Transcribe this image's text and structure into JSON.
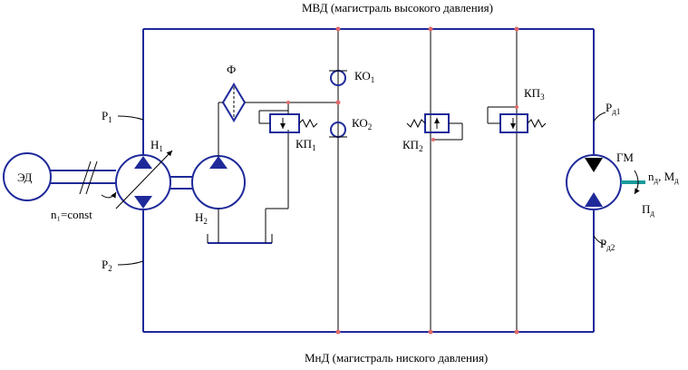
{
  "labels": {
    "mvd": "МВД (магистраль высокого давления)",
    "mnd": "МнД (магистраль ниского давления)",
    "ed": "ЭД",
    "n1const": "n₁=const",
    "p1": "P",
    "p1_sub": "1",
    "p2": "P",
    "p2_sub": "2",
    "h1": "Н",
    "h1_sub": "1",
    "h2": "Н",
    "h2_sub": "2",
    "f": "Ф",
    "ko1": "КО",
    "ko1_sub": "1",
    "ko2": "КО",
    "ko2_sub": "2",
    "kp1": "КП",
    "kp1_sub": "1",
    "kp2": "КП",
    "kp2_sub": "2",
    "kp3": "КП",
    "kp3_sub": "3",
    "pd1": "P",
    "pd1_sub": "д1",
    "pd2": "P",
    "pd2_sub": "д2",
    "gm": "ГМ",
    "nd_md": "n",
    "nd_sub": "д",
    "md": ", М",
    "md_sub": "д",
    "pd": "П",
    "pd_sub": "д"
  },
  "colors": {
    "line": "#1f2a9a",
    "junction": "#e06a6a",
    "shaft": "#1a9a9a"
  }
}
